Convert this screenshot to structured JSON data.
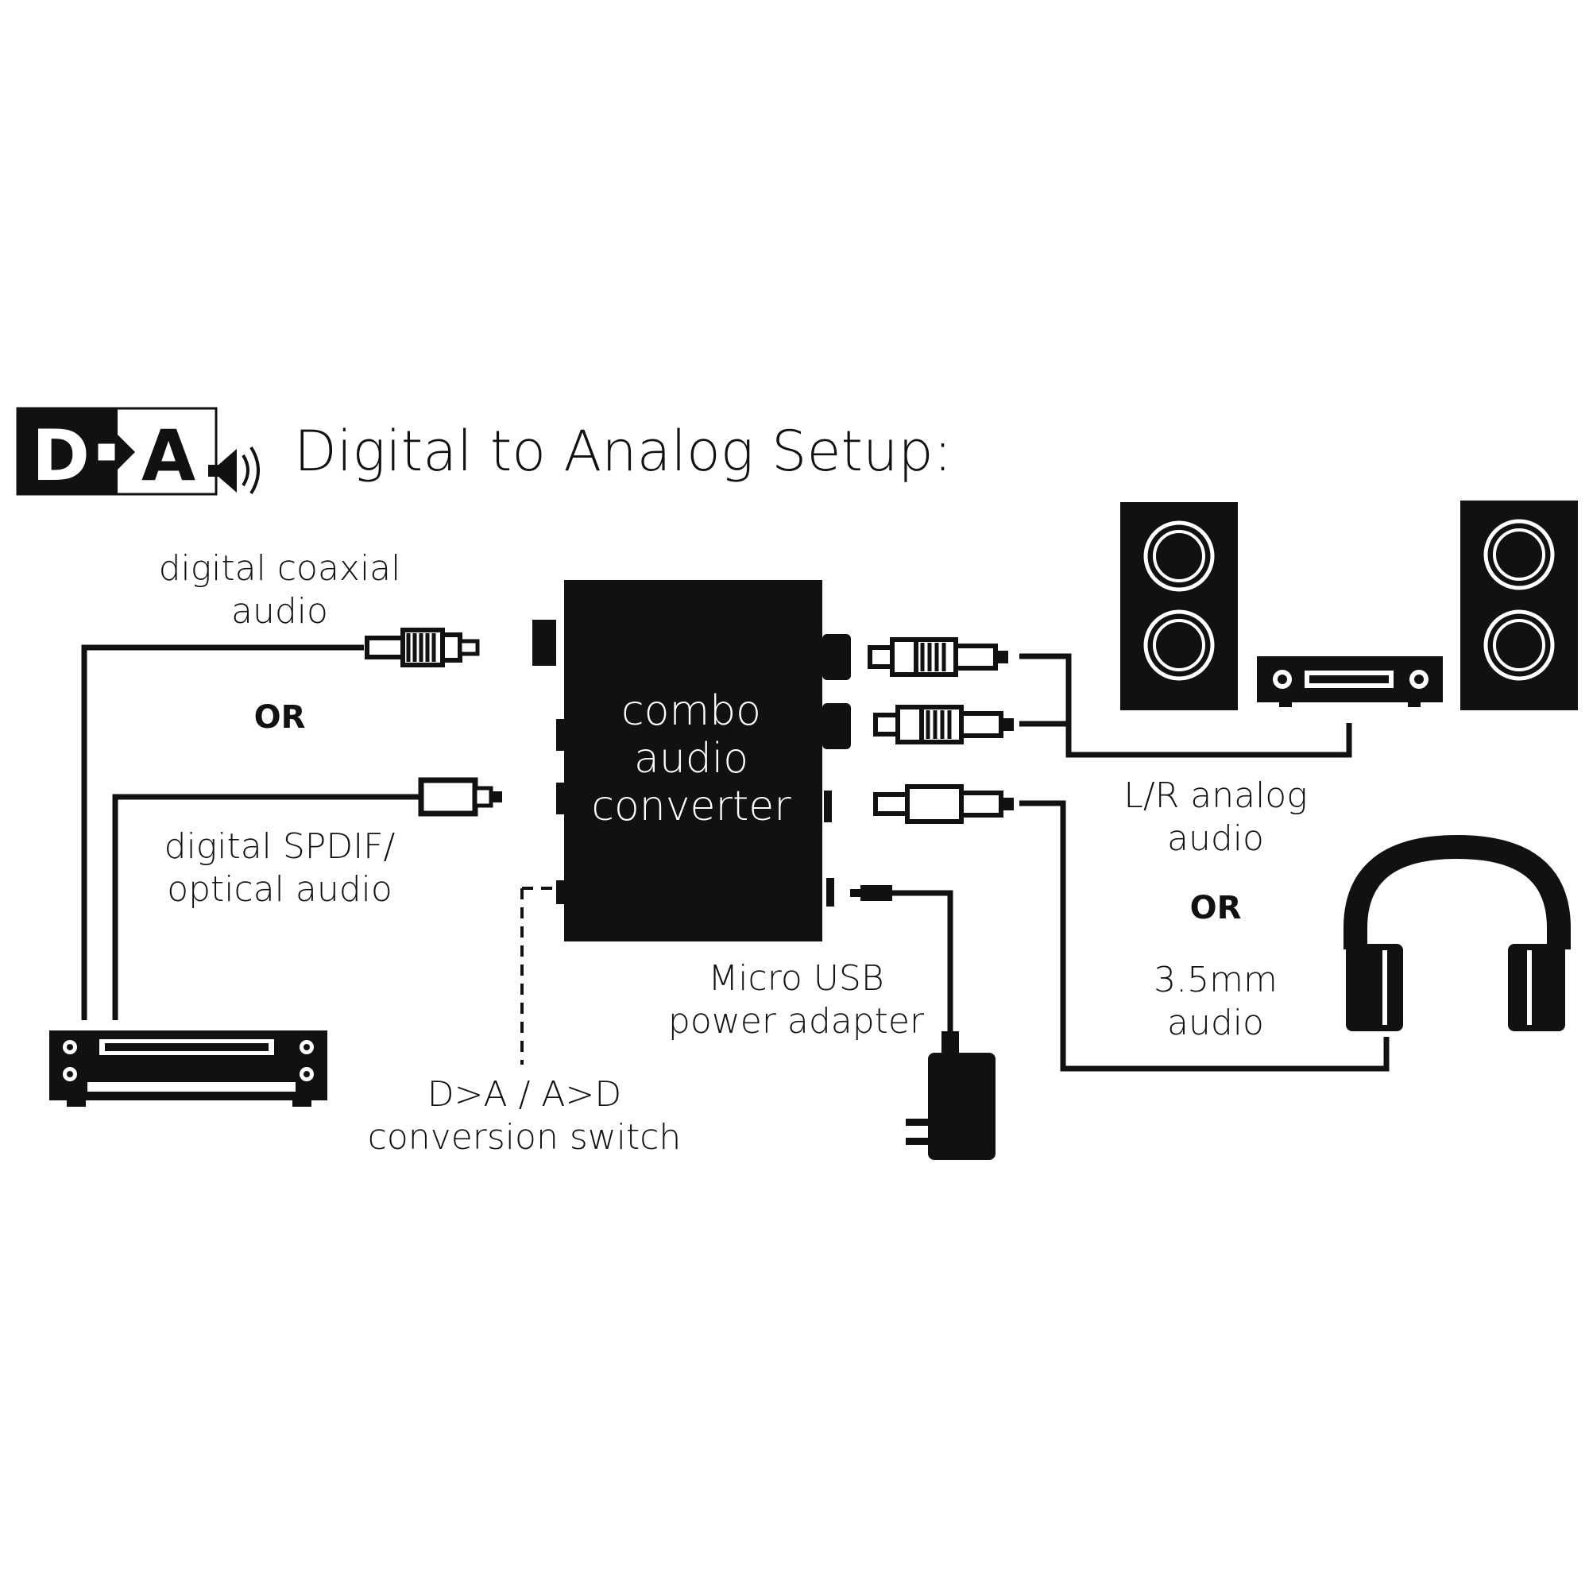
{
  "logo": {
    "left_letter": "D",
    "right_letter": "A",
    "speaker_icon": "speaker-icon"
  },
  "title": "Digital to Analog Setup:",
  "converter": {
    "line1": "combo",
    "line2": "audio",
    "line3": "converter"
  },
  "inputs": {
    "coaxial_line1": "digital coaxial",
    "coaxial_line2": "audio",
    "or_label": "OR",
    "optical_line1": "digital SPDIF/",
    "optical_line2": "optical audio"
  },
  "switch": {
    "line1": "D>A / A>D",
    "line2": "conversion switch"
  },
  "power": {
    "line1": "Micro USB",
    "line2": "power adapter"
  },
  "outputs": {
    "analog_line1": "L/R analog",
    "analog_line2": "audio",
    "or_label": "OR",
    "jack_line1": "3.5mm",
    "jack_line2": "audio"
  },
  "colors": {
    "ink": "#111111",
    "paper": "#ffffff"
  }
}
